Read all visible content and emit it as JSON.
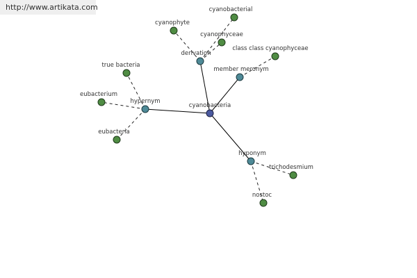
{
  "watermark": "http://www.artikata.com",
  "graph": {
    "center": {
      "id": "cyanobacteria",
      "label": "cyanobacteria"
    },
    "relations": [
      {
        "id": "derivation",
        "label": "derivation",
        "children": [
          {
            "id": "cyanophyte",
            "label": "cyanophyte"
          },
          {
            "id": "cyanophyceae",
            "label": "cyanophyceae"
          },
          {
            "id": "cyanobacterial",
            "label": "cyanobacterial"
          }
        ]
      },
      {
        "id": "member-meronym",
        "label": "member meronym",
        "children": [
          {
            "id": "class-cyanophyceae",
            "label": "class class cyanophyceae"
          }
        ]
      },
      {
        "id": "hypernym",
        "label": "hypernym",
        "children": [
          {
            "id": "true-bacteria",
            "label": "true bacteria"
          },
          {
            "id": "eubacterium",
            "label": "eubacterium"
          },
          {
            "id": "eubacteria",
            "label": "eubacteria"
          }
        ]
      },
      {
        "id": "hyponym",
        "label": "hyponym",
        "children": [
          {
            "id": "trichodesmium",
            "label": "trichodesmium"
          },
          {
            "id": "nostoc",
            "label": "nostoc"
          }
        ]
      }
    ]
  },
  "colors": {
    "center": "#4b5aa0",
    "relation": "#4e8a97",
    "leaf": "#4f8c43",
    "watermark_bg": "#efefef"
  }
}
